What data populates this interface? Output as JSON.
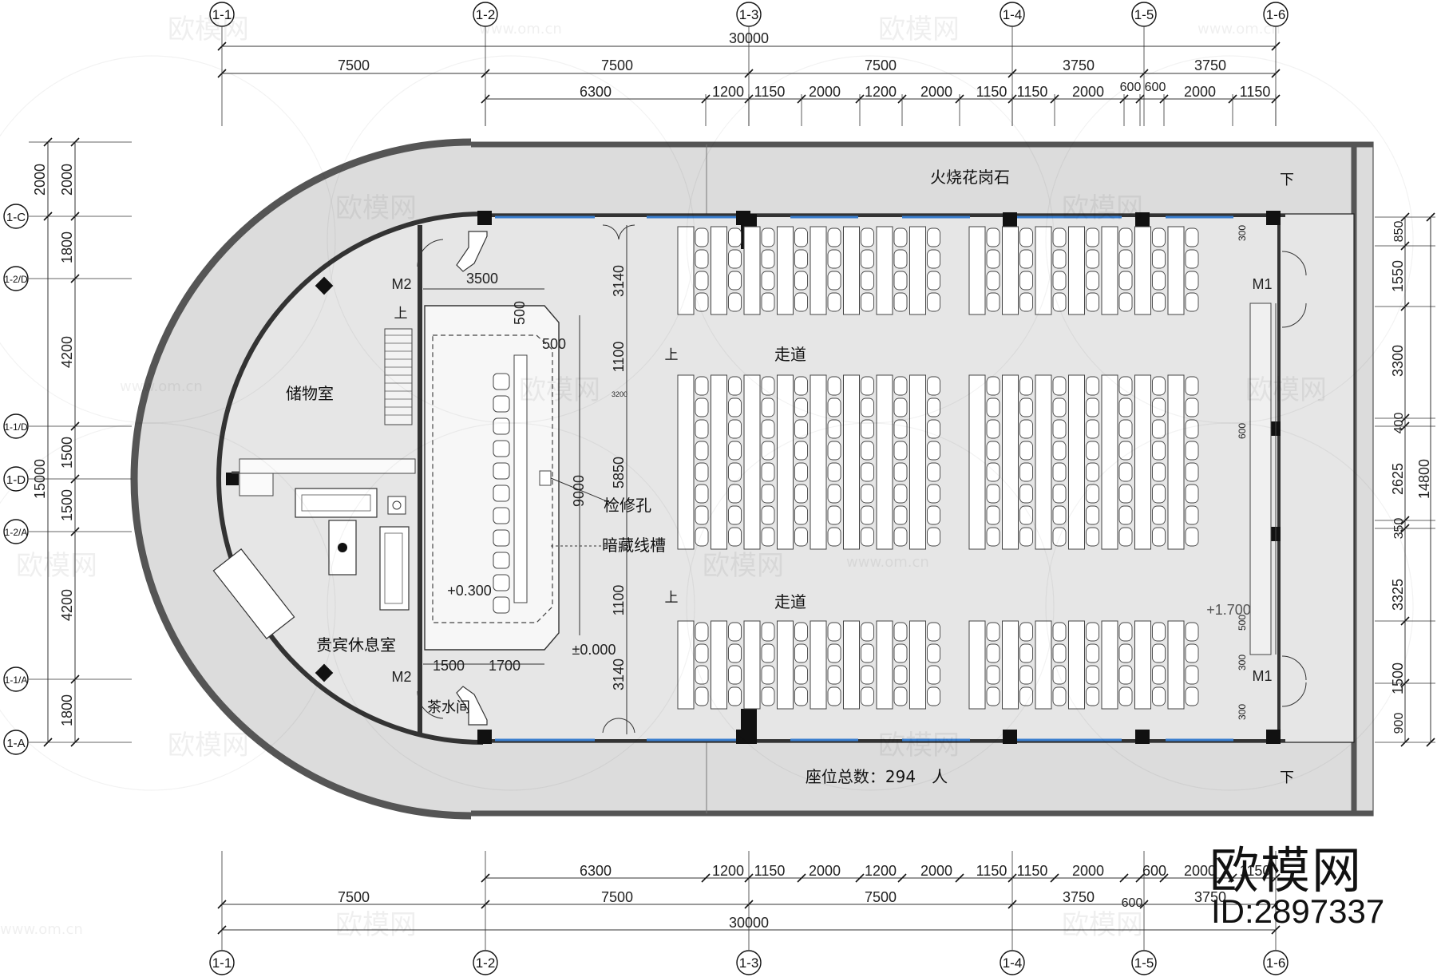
{
  "axes_top": [
    "1-1",
    "1-2",
    "1-3",
    "1-4",
    "1-5",
    "1-6"
  ],
  "axes_left": [
    "1-C",
    "1-2/D",
    "1-1/D",
    "1-D",
    "1-2/A",
    "1-1/A",
    "1-A"
  ],
  "dims_top_total": "30000",
  "dims_top_row1": [
    "7500",
    "7500",
    "7500",
    "3750",
    "3750"
  ],
  "dims_top_row2": [
    "6300",
    "1200",
    "1150",
    "2000",
    "1200",
    "2000",
    "1150",
    "1150",
    "2000",
    "600",
    "600",
    "2000",
    "1150"
  ],
  "dims_bottom_row1": [
    "6300",
    "1200",
    "1150",
    "2000",
    "1200",
    "2000",
    "1150",
    "1150",
    "2000",
    "600",
    "2000",
    "1150"
  ],
  "dims_bottom_row2": [
    "7500",
    "7500",
    "7500",
    "3750",
    "3750"
  ],
  "dims_bottom_extra": "600",
  "dims_bottom_total": "30000",
  "dims_left_outer": [
    "2000",
    "1800",
    "4200",
    "1500",
    "1500",
    "4200",
    "1800"
  ],
  "dims_left_inner": "2000",
  "dims_left_total": "15000",
  "dims_right": [
    "850",
    "1550",
    "3300",
    "400",
    "2625",
    "350",
    "3325",
    "1500",
    "900"
  ],
  "dims_right_total": "14800",
  "rooms": {
    "storage": "储物室",
    "vip_lounge": "贵宾休息室",
    "tea_room": "茶水间",
    "aisle_top": "走道",
    "aisle_bottom": "走道",
    "granite": "火烧花岗石",
    "seat_total": "座位总数：294　人"
  },
  "stage": {
    "width": "3500",
    "depth": "9000",
    "half": "5850",
    "step_top": "1100",
    "step_bottom": "1100",
    "edge_top": "3140",
    "edge_bottom": "3140",
    "d500a": "500",
    "d500b": "500",
    "d1500": "1500",
    "d1700": "1700",
    "d3200": "3200",
    "level_stage": "+0.300",
    "level_floor": "±0.000",
    "level_rear": "+1.700",
    "access_hole": "检修孔",
    "cable_trench": "暗藏线槽"
  },
  "doors": {
    "m1": "M1",
    "m2": "M2"
  },
  "stairs": {
    "up": "上",
    "down": "下"
  },
  "side_600": "600",
  "side_500": "500",
  "side_300": "300",
  "brand": {
    "name": "欧模网",
    "id": "ID:2897337",
    "watermark": "欧模网",
    "url": "www.om.cn"
  }
}
